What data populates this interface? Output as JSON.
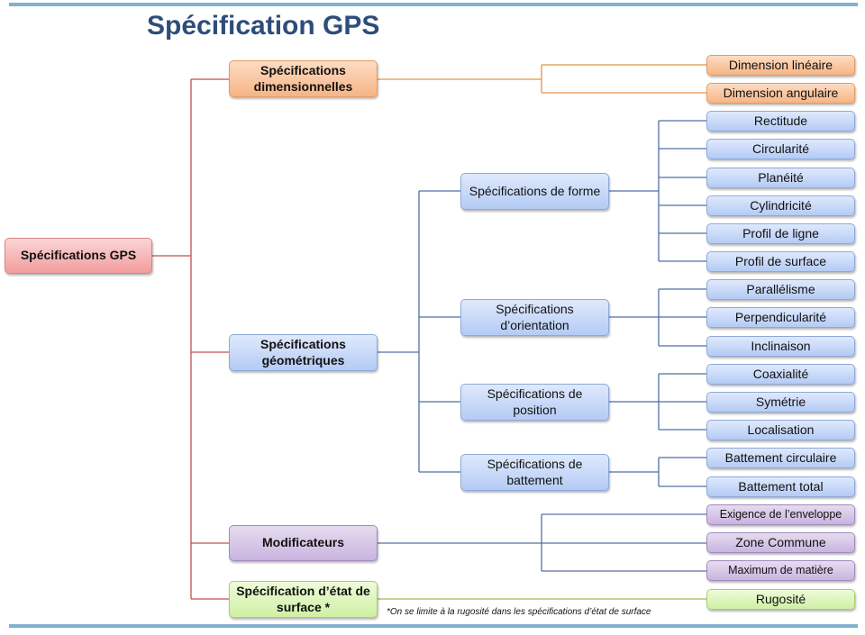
{
  "title": "Spécification GPS",
  "colors": {
    "title": "#2d4d7a",
    "rule": "#7fb2cf",
    "red_line": "#c0504d",
    "orange_line": "#e0954a",
    "blue_line": "#4f6fa8",
    "purple_line": "#7d5fa6",
    "green_line": "#9bbb59"
  },
  "root": "Spécifications GPS",
  "categories": {
    "dimensional": "Spécifications dimensionnelles",
    "geometric": "Spécifications géométriques",
    "modifiers": "Modificateurs",
    "surface": "Spécification d’état de surface *"
  },
  "geometric_groups": {
    "form": "Spécifications de forme",
    "orientation": "Spécifications d’orientation",
    "position": "Spécifications de position",
    "runout": "Spécifications de battement"
  },
  "leaves": {
    "linear_dimension": "Dimension linéaire",
    "angular_dimension": "Dimension angulaire",
    "straightness": "Rectitude",
    "circularity": "Circularité",
    "flatness": "Planéité",
    "cylindricity": "Cylindricité",
    "line_profile": "Profil de ligne",
    "surface_profile": "Profil de surface",
    "parallelism": "Parallélisme",
    "perpendicularity": "Perpendicularité",
    "inclination": "Inclinaison",
    "coaxiality": "Coaxialité",
    "symmetry": "Symétrie",
    "localisation": "Localisation",
    "circular_runout": "Battement circulaire",
    "total_runout": "Battement total",
    "envelope": "Exigence de l’enveloppe",
    "common_zone": "Zone Commune",
    "max_material": "Maximum de matière",
    "roughness": "Rugosité"
  },
  "footnote": "*On se limite à la rugosité dans les spécifications d’état de surface"
}
